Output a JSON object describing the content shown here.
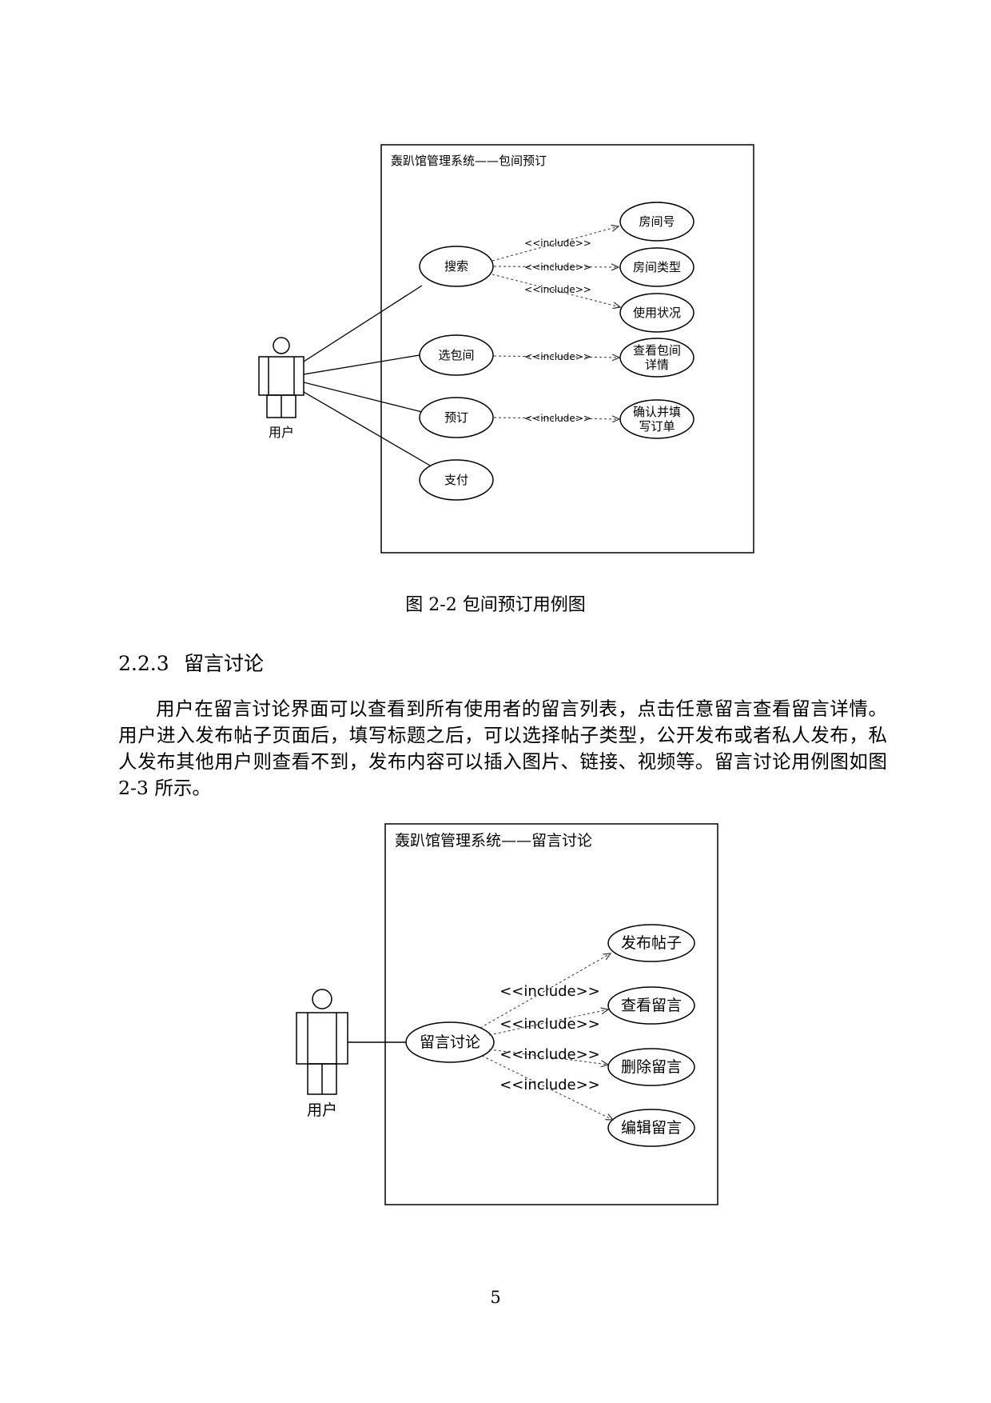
{
  "figure_1": {
    "system_title": "轰趴馆管理系统——包间预订",
    "actor": "用户",
    "use_cases": {
      "search": "搜索",
      "choose_room": "选包间",
      "reserve": "预订",
      "pay": "支付"
    },
    "included": {
      "room_number": "房间号",
      "room_type": "房间类型",
      "usage_status": "使用状况",
      "view_room_details_1": "查看包间",
      "view_room_details_2": "详情",
      "confirm_order_1": "确认并填",
      "confirm_order_2": "写订单"
    },
    "include_label": "<<include>>"
  },
  "caption": "图 2-2  包间预订用例图",
  "section": {
    "number": "2.2.3",
    "title": "留言讨论"
  },
  "body_paragraph": "用户在留言讨论界面可以查看到所有使用者的留言列表，点击任意留言查看留言详情。用户进入发布帖子页面后，填写标题之后，可以选择帖子类型，公开发布或者私人发布，私人发布其他用户则查看不到，发布内容可以插入图片、链接、视频等。留言讨论用例图如图 2-3 所示。",
  "figure_2": {
    "system_title": "轰趴馆管理系统——留言讨论",
    "actor": "用户",
    "use_case": "留言讨论",
    "included": {
      "publish_post": "发布帖子",
      "view_message": "查看留言",
      "delete_message": "删除留言",
      "edit_message": "编辑留言"
    },
    "include_label": "<<include>>"
  },
  "page_number": "5"
}
